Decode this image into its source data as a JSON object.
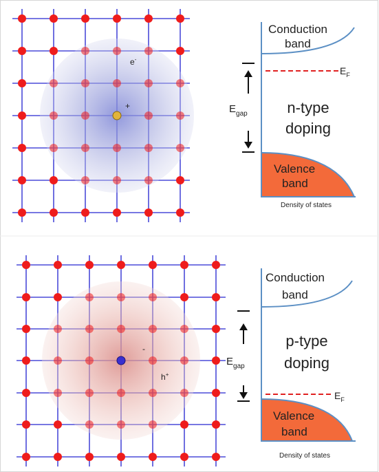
{
  "panels": [
    {
      "id": "n",
      "carrier_label": "e",
      "carrier_sup": "-",
      "dopant_sign": "+",
      "conduction_label": [
        "Conduction",
        "band"
      ],
      "valence_label": [
        "Valence",
        "band"
      ],
      "fermi_label": "E",
      "fermi_sub": "F",
      "gap_label": "E",
      "gap_sub": "gap",
      "doping_label": [
        "n-type",
        "doping"
      ],
      "dos_label": "Density of states"
    },
    {
      "id": "p",
      "carrier_label": "h",
      "carrier_sup": "+",
      "dopant_sign": "-",
      "conduction_label": [
        "Conduction",
        "band"
      ],
      "valence_label": [
        "Valence",
        "band"
      ],
      "fermi_label": "E",
      "fermi_sub": "F",
      "gap_label": "E",
      "gap_sub": "gap",
      "doping_label": [
        "p-type",
        "doping"
      ],
      "dos_label": "Density of states"
    }
  ],
  "colors": {
    "atom": "#ee1c1c",
    "bond": "#4a4ad8",
    "donor": "#e1b43c",
    "acceptor": "#3a2fd0",
    "n_cloud": "#8f95d8",
    "p_cloud": "#e6a59b",
    "valence_fill": "#f36a3a",
    "band_line": "#5b8fc4",
    "fermi_line": "#e02020",
    "frame": "#d6d6d6"
  }
}
